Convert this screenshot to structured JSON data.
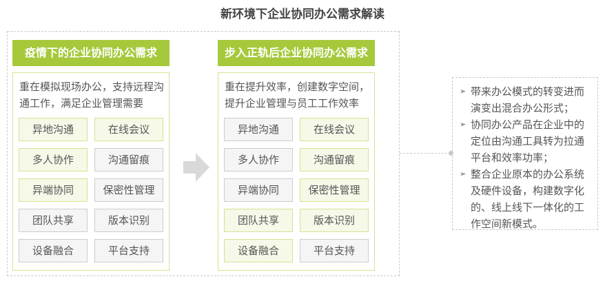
{
  "title": "新环境下企业协同办公需求解读",
  "left": {
    "header": "疫情下的企业协同办公需求",
    "description": "重在模拟现场办公，支持远程沟通工作，满足企业管理需要",
    "tiles": [
      {
        "label": "异地沟通",
        "highlighted": true
      },
      {
        "label": "在线会议",
        "highlighted": true
      },
      {
        "label": "多人协作",
        "highlighted": true
      },
      {
        "label": "沟通留痕",
        "highlighted": false
      },
      {
        "label": "异端协同",
        "highlighted": true
      },
      {
        "label": "保密性管理",
        "highlighted": false
      },
      {
        "label": "团队共享",
        "highlighted": false
      },
      {
        "label": "版本识别",
        "highlighted": false
      },
      {
        "label": "设备融合",
        "highlighted": false
      },
      {
        "label": "平台支持",
        "highlighted": false
      }
    ]
  },
  "right": {
    "header": "步入正轨后企业协同办公需求",
    "description": "重在提升效率，创建数字空间，提升企业管理与员工工作效率",
    "tiles": [
      {
        "label": "异地沟通",
        "highlighted": false
      },
      {
        "label": "在线会议",
        "highlighted": true
      },
      {
        "label": "多人协作",
        "highlighted": false
      },
      {
        "label": "沟通留痕",
        "highlighted": true
      },
      {
        "label": "异端协同",
        "highlighted": false
      },
      {
        "label": "保密性管理",
        "highlighted": true
      },
      {
        "label": "团队共享",
        "highlighted": true
      },
      {
        "label": "版本识别",
        "highlighted": true
      },
      {
        "label": "设备融合",
        "highlighted": true
      },
      {
        "label": "平台支持",
        "highlighted": false
      }
    ]
  },
  "notes": [
    "带来办公模式的转变进而演变出混合办公形式；",
    "协同办公产品在企业中的定位由沟通工具转为拉通平台和效率功率；",
    "整合企业原本的办公系统及硬件设备，构建数字化的、线上线下一体化的工作空间新模式。"
  ],
  "colors": {
    "accent": "#a5c93a",
    "tile_on_bg": "#f6f8e8",
    "tile_off_bg": "#f5f5f5"
  }
}
